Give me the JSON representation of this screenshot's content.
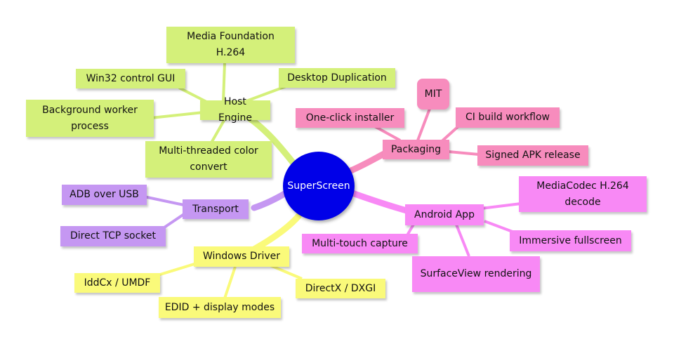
{
  "center": {
    "label": "SuperScreen",
    "color": "#0000e8"
  },
  "branches": {
    "host_engine": {
      "label": "Host Engine",
      "color": "#d4f07a",
      "children": [
        "Media Foundation H.264",
        "Win32 control GUI",
        "Desktop Duplication",
        "Background worker process",
        "Multi-threaded color convert"
      ]
    },
    "packaging": {
      "label": "Packaging",
      "color": "#f78cbd",
      "children": [
        "MIT",
        "One-click installer",
        "CI build workflow",
        "Signed APK release"
      ]
    },
    "transport": {
      "label": "Transport",
      "color": "#c597f2",
      "children": [
        "ADB over USB",
        "Direct TCP socket"
      ]
    },
    "android_app": {
      "label": "Android App",
      "color": "#f889f5",
      "children": [
        "MediaCodec H.264 decode",
        "Immersive fullscreen",
        "Multi-touch capture",
        "SurfaceView rendering"
      ]
    },
    "windows_driver": {
      "label": "Windows Driver",
      "color": "#fafa7a",
      "children": [
        "IddCx / UMDF",
        "EDID + display modes",
        "DirectX / DXGI"
      ]
    }
  }
}
